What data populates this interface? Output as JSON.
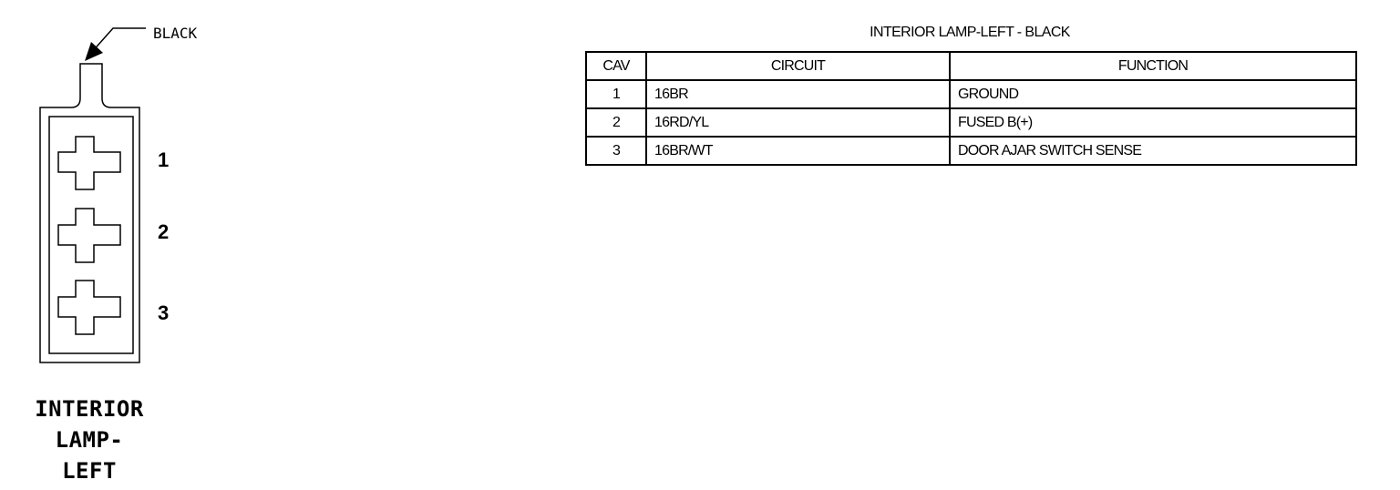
{
  "connector": {
    "color_label": "BLACK",
    "name_lines": [
      "INTERIOR",
      "LAMP-",
      "LEFT"
    ],
    "cavity_numbers": [
      "1",
      "2",
      "3"
    ]
  },
  "table": {
    "title": "INTERIOR LAMP-LEFT - BLACK",
    "headers": {
      "cav": "CAV",
      "circuit": "CIRCUIT",
      "function": "FUNCTION"
    },
    "rows": [
      {
        "cav": "1",
        "circuit": "16BR",
        "function": "GROUND"
      },
      {
        "cav": "2",
        "circuit": "16RD/YL",
        "function": "FUSED B(+)"
      },
      {
        "cav": "3",
        "circuit": "16BR/WT",
        "function": "DOOR AJAR SWITCH SENSE"
      }
    ]
  },
  "colors": {
    "line": "#000000",
    "background": "#ffffff"
  }
}
